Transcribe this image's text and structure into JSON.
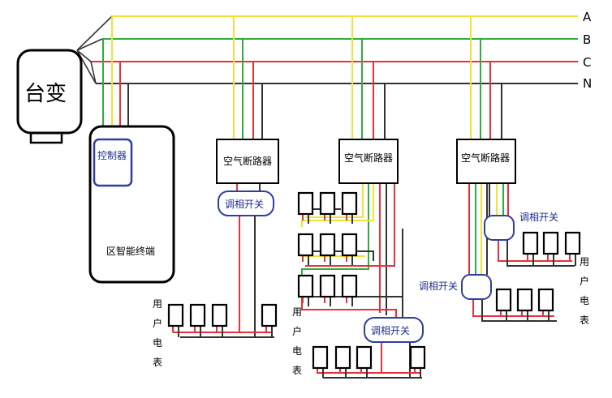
{
  "phase_labels": [
    "A",
    "B",
    "C",
    "N"
  ],
  "transformer_label": "台变",
  "controller_label": "控制器",
  "terminal_label": "区智能终端",
  "breaker_label": "空气断路器",
  "phase_switch_label": "调相开关",
  "user_meter_label": [
    "用",
    "户",
    "电",
    "表"
  ],
  "colors": {
    "phase_a": "#f2e234",
    "phase_b": "#2fae3f",
    "phase_c": "#e8303a",
    "neutral": "#333333",
    "switch_border": "#2f3f9c",
    "switch_text": "#1f2e8c"
  }
}
